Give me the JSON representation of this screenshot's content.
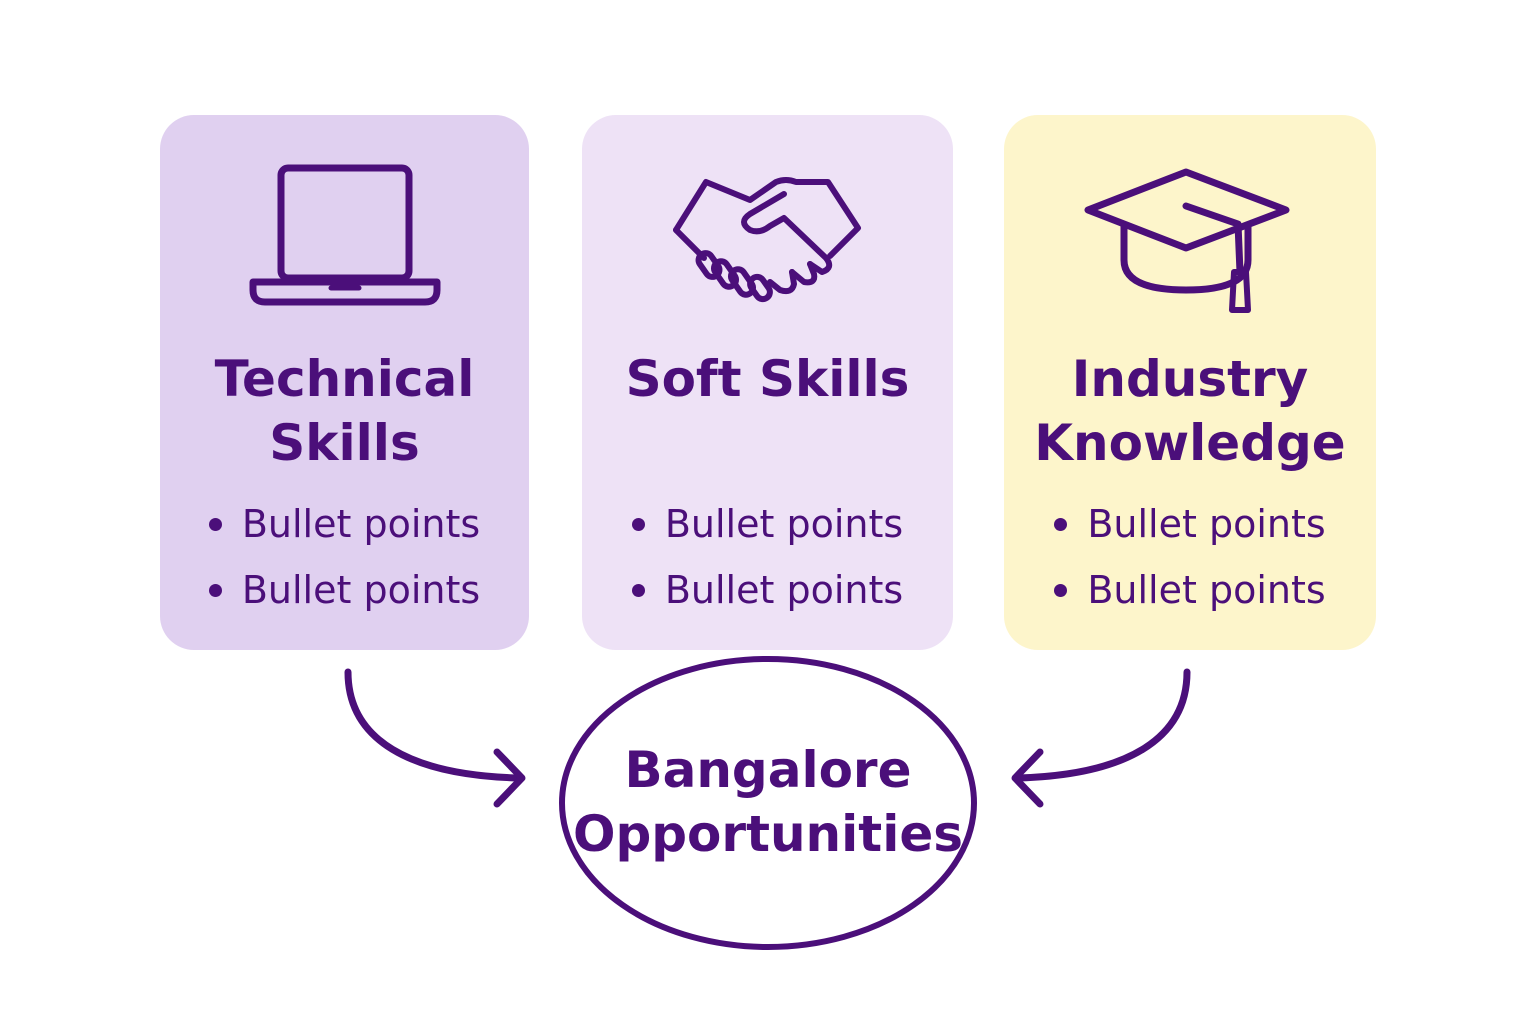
{
  "cards": [
    {
      "icon": "laptop-icon",
      "title": "Technical\nSkills",
      "bullets": [
        "Bullet points",
        "Bullet points"
      ],
      "color": "#e0d0f0"
    },
    {
      "icon": "handshake-icon",
      "title": "Soft Skills",
      "bullets": [
        "Bullet points",
        "Bullet points"
      ],
      "color": "#eee2f6"
    },
    {
      "icon": "graduation-cap-icon",
      "title": "Industry\nKnowledge",
      "bullets": [
        "Bullet points",
        "Bullet points"
      ],
      "color": "#fdf5cb"
    }
  ],
  "target": {
    "label": "Bangalore\nOpportunities"
  },
  "colors": {
    "accent": "#4b0f7a",
    "background": "#ffffff"
  }
}
